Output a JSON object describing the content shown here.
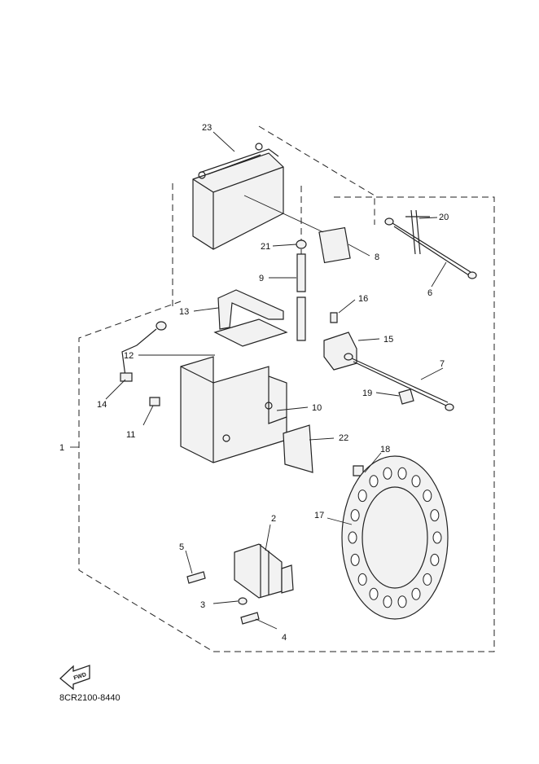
{
  "callouts": {
    "p1": "1",
    "p2": "2",
    "p3": "3",
    "p4": "4",
    "p5": "5",
    "p6": "6",
    "p7": "7",
    "p8": "8",
    "p9": "9",
    "p10": "10",
    "p11": "11",
    "p12": "12",
    "p13": "13",
    "p14": "14",
    "p15": "15",
    "p16": "16",
    "p17": "17",
    "p18": "18",
    "p19": "19",
    "p20": "20",
    "p21": "21",
    "p22": "22",
    "p23": "23"
  },
  "fwd_arrow_text": "FWD",
  "diagram_code": "8CR2100-8440"
}
